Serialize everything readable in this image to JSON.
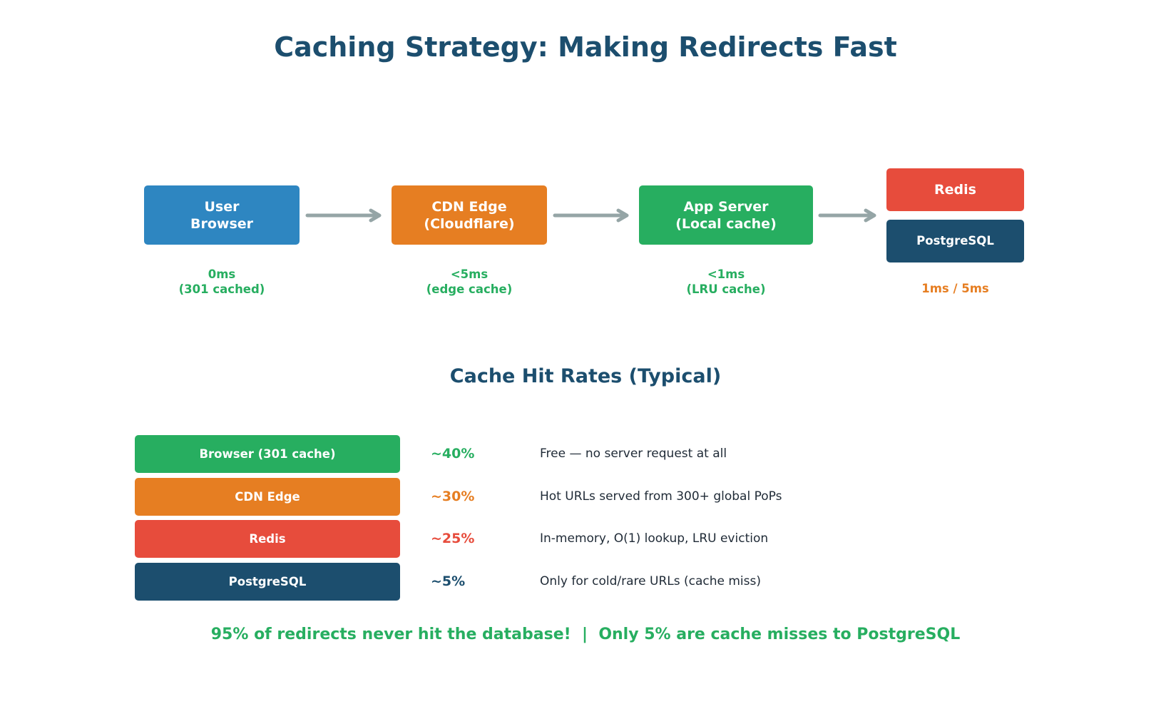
{
  "title": "Caching Strategy: Making Redirects Fast",
  "colors": {
    "blue": "#2e86c1",
    "orange": "#e67e22",
    "green": "#27ae60",
    "red": "#e74c3c",
    "navy": "#1c4e6e",
    "arrow": "#95a5a6"
  },
  "flow": {
    "nodes": [
      {
        "label": "User\nBrowser",
        "latency": "0ms\n(301 cached)"
      },
      {
        "label": "CDN Edge\n(Cloudflare)",
        "latency": "<5ms\n(edge cache)"
      },
      {
        "label": "App Server\n(Local cache)",
        "latency": "<1ms\n(LRU cache)"
      },
      {
        "label_top": "Redis",
        "label_bottom": "PostgreSQL",
        "latency": "1ms / 5ms"
      }
    ]
  },
  "hit_rates": {
    "title": "Cache Hit Rates (Typical)",
    "rows": [
      {
        "layer": "Browser (301 cache)",
        "rate": "~40%",
        "description": "Free — no server request at all"
      },
      {
        "layer": "CDN Edge",
        "rate": "~30%",
        "description": "Hot URLs served from 300+ global PoPs"
      },
      {
        "layer": "Redis",
        "rate": "~25%",
        "description": "In-memory, O(1) lookup, LRU eviction"
      },
      {
        "layer": "PostgreSQL",
        "rate": "~5%",
        "description": "Only for cold/rare URLs (cache miss)"
      }
    ]
  },
  "footer": "95% of redirects never hit the database!  |  Only 5% are cache misses to PostgreSQL"
}
